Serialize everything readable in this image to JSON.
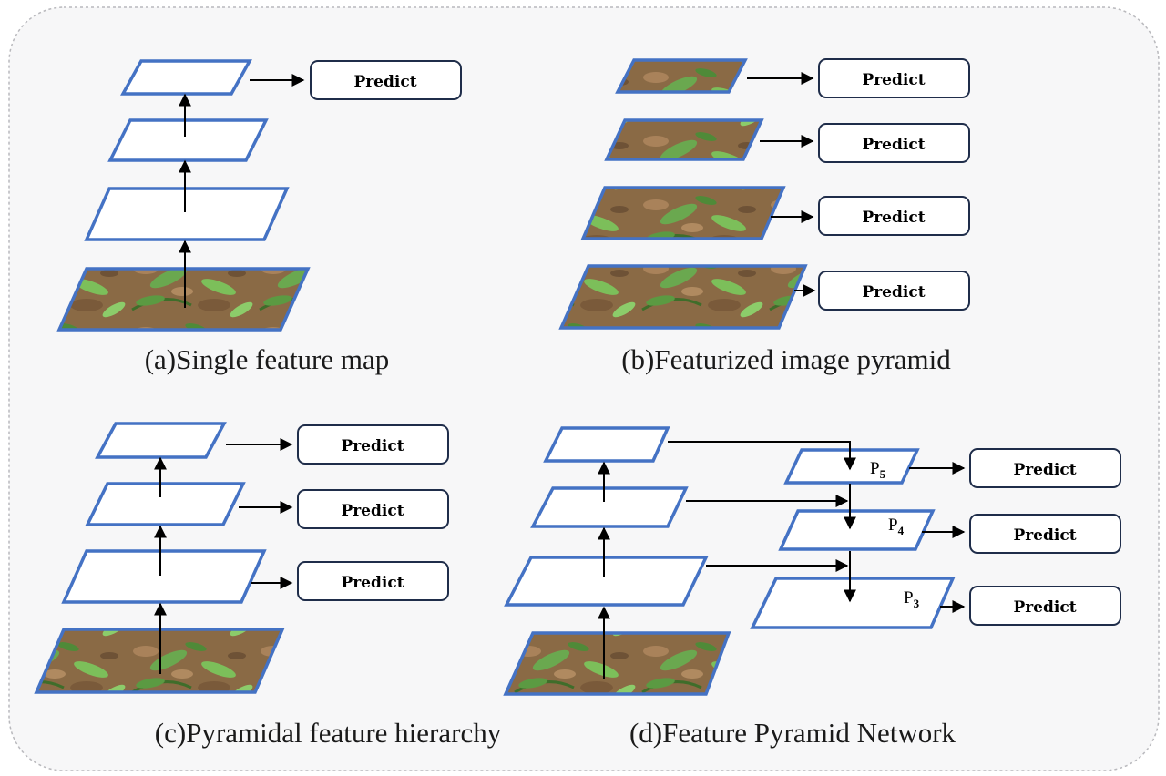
{
  "predict_label": "Predict",
  "captions": {
    "a": "(a)Single feature map",
    "b": "(b)Featurized image pyramid",
    "c": "(c)Pyramidal feature hierarchy",
    "d": "(d)Feature Pyramid Network"
  },
  "pyramid_levels": [
    {
      "letter": "P",
      "sub": "5"
    },
    {
      "letter": "P",
      "sub": "4"
    },
    {
      "letter": "P",
      "sub": "3"
    }
  ],
  "colors": {
    "layer_border": "#4472c4",
    "box_border": "#1f2d4a",
    "background": "#f7f7f8",
    "soil": "#8a6a45",
    "leaf": "#6aa84f"
  }
}
